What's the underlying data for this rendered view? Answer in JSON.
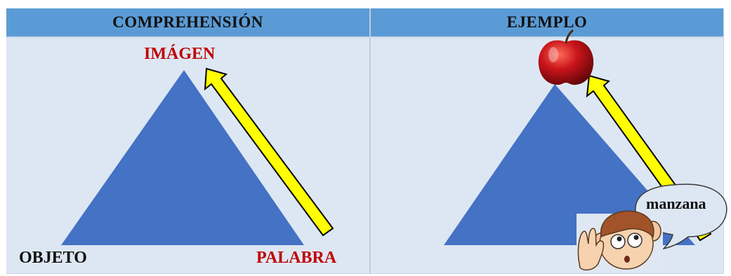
{
  "headers": {
    "left": "COMPREHENSIÓN",
    "right": "EJEMPLO"
  },
  "labels": {
    "top": "IMÁGEN",
    "bottom_left": "OBJETO",
    "bottom_right": "PALABRA",
    "speech": "manzana"
  },
  "colors": {
    "header_bg": "#5b9bd5",
    "cell_bg": "#dde7f3",
    "triangle": "#4472c4",
    "arrow": "#ffff00",
    "label_red": "#c00000"
  },
  "icons": [
    "apple-icon",
    "listening-boy-icon",
    "speech-bubble-icon",
    "arrow-icon"
  ]
}
